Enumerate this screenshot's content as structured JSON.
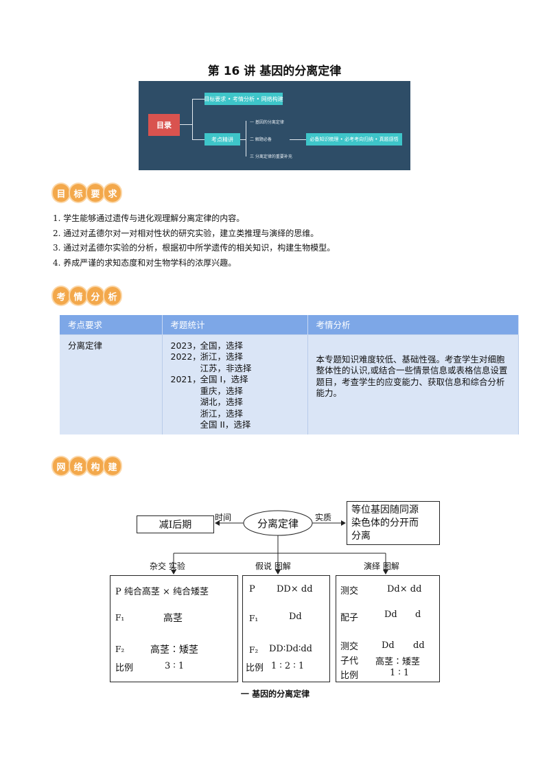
{
  "title": "第 16 讲  基因的分离定律",
  "toc": {
    "root": "目录",
    "branch1": "目标要求 • 考情分析 • 网络构建",
    "branch2": "考点精讲",
    "subs": [
      "一 基因的分离定律",
      "二 解题必备",
      "三 分离定律的重要补充"
    ],
    "branch3": "必备知识梳理 • 必考考向归纳 • 真题感悟"
  },
  "sections": {
    "goals": [
      "目",
      "标",
      "要",
      "求"
    ],
    "analysis": [
      "考",
      "情",
      "分",
      "析"
    ],
    "network": [
      "网",
      "络",
      "构",
      "建"
    ]
  },
  "goals": [
    "1. 学生能够通过遗传与进化观理解分离定律的内容。",
    "2. 通过对孟德尔对一对相对性状的研究实验，建立类推理与演绎的思维。",
    "3. 通过对孟德尔实验的分析，根据初中所学遗传的相关知识，构建生物模型。",
    "4. 养成严谨的求知态度和对生物学科的浓厚兴趣。"
  ],
  "table": {
    "headers": [
      "考点要求",
      "考题统计",
      "考情分析"
    ],
    "topic": "分离定律",
    "stats": [
      {
        "year": "2023，",
        "value": "全国，选择"
      },
      {
        "year": "2022，",
        "value": "浙江，选择"
      },
      {
        "year": "",
        "value": "江苏，非选择"
      },
      {
        "year": "2021，",
        "value": "全国 I，选择"
      },
      {
        "year": "",
        "value": "重庆，选择"
      },
      {
        "year": "",
        "value": "湖北，选择"
      },
      {
        "year": "",
        "value": "浙江，选择"
      },
      {
        "year": "",
        "value": "全国 II，选择"
      }
    ],
    "analysis": "本专题知识难度较低、基础性强。考查学生对细胞整体性的认识,或结合一些情景信息或表格信息设置题目，考查学生的应变能力、获取信息和综合分析能力。"
  },
  "diagram": {
    "center": "分离定律",
    "time_label": "时间",
    "time_value": "减Ⅰ后期",
    "essence_label": "实质",
    "essence_lines": [
      "等位基因随同源",
      "染色体的分开而",
      "分离"
    ],
    "branch_labels": [
      "杂交  实验",
      "假说  图解",
      "演绎  图解"
    ],
    "box1": {
      "p_row": "P  纯合高茎 × 纯合矮茎",
      "f1_label": "F₁",
      "f1_value": "高茎",
      "f2_label": "F₂",
      "f2_value": "高茎∶矮茎",
      "ratio_label": "比例",
      "ratio_value": "3 ∶ 1"
    },
    "box2": {
      "p_label": "P",
      "p_value": "DD× dd",
      "f1_label": "F₁",
      "f1_value": "Dd",
      "f2_label": "F₂",
      "f2_value": "DD∶Dd∶dd",
      "ratio_label": "比例",
      "ratio_value": "1 ∶ 2 ∶ 1"
    },
    "box3": {
      "cross_label": "测交",
      "cross_value": "Dd× dd",
      "gamete_label": "配子",
      "gamete_left": "Dd",
      "gamete_right": "d",
      "offspring_label1": "测交",
      "offspring_label2": "子代",
      "offspring_left": "Dd",
      "offspring_right": "dd",
      "offspring_pheno": "高茎∶矮茎",
      "ratio_label": "比例",
      "ratio_value": "1 ∶ 1"
    },
    "caption": "一   基因的分离定律"
  }
}
